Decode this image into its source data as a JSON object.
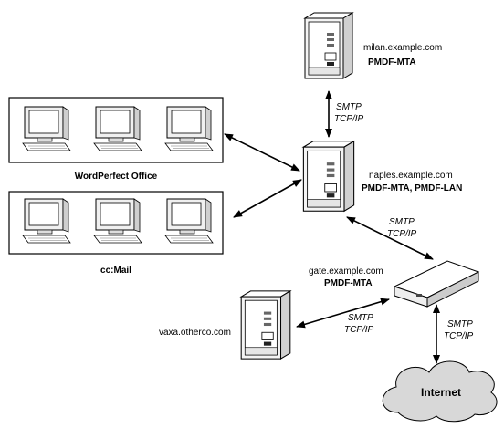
{
  "nodes": {
    "milan": {
      "host": "milan.example.com",
      "role": "PMDF-MTA"
    },
    "naples": {
      "host": "naples.example.com",
      "role": "PMDF-MTA, PMDF-LAN"
    },
    "gate": {
      "host": "gate.example.com",
      "role": "PMDF-MTA"
    },
    "vaxa": {
      "host": "vaxa.otherco.com"
    },
    "internet": {
      "label": "Internet"
    }
  },
  "groups": {
    "wpo": {
      "label": "WordPerfect Office"
    },
    "ccmail": {
      "label": "cc:Mail"
    }
  },
  "links": {
    "milan_naples": {
      "line1": "SMTP",
      "line2": "TCP/IP"
    },
    "naples_gate": {
      "line1": "SMTP",
      "line2": "TCP/IP"
    },
    "gate_vaxa": {
      "line1": "SMTP",
      "line2": "TCP/IP"
    },
    "gate_internet": {
      "line1": "SMTP",
      "line2": "TCP/IP"
    }
  },
  "colors": {
    "line": "#000000",
    "device_fill": "#ffffff",
    "shade": "#c8c8c8",
    "cloud": "#d8d8d8"
  }
}
